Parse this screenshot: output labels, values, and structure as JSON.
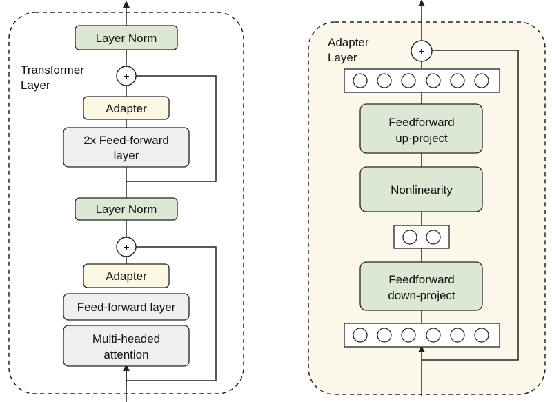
{
  "transformer": {
    "title_line1": "Transformer",
    "title_line2": "Layer",
    "layer_norm_top": "Layer Norm",
    "adapter_top": "Adapter",
    "ffn2x_line1": "2x Feed-forward",
    "ffn2x_line2": "layer",
    "layer_norm_mid": "Layer Norm",
    "adapter_bottom": "Adapter",
    "ffn": "Feed-forward layer",
    "mha_line1": "Multi-headed",
    "mha_line2": "attention",
    "add_symbol": "+"
  },
  "adapter": {
    "title_line1": "Adapter",
    "title_line2": "Layer",
    "up_line1": "Feedforward",
    "up_line2": "up-project",
    "nonlinearity": "Nonlinearity",
    "down_line1": "Feedforward",
    "down_line2": "down-project",
    "add_symbol": "+"
  },
  "colors": {
    "layer_norm_fill": "#dde8d4",
    "adapter_fill": "#fdf8e4",
    "gray_fill": "#efefef",
    "adapter_panel_fill": "#fbf8ea",
    "stroke": "#222222"
  }
}
